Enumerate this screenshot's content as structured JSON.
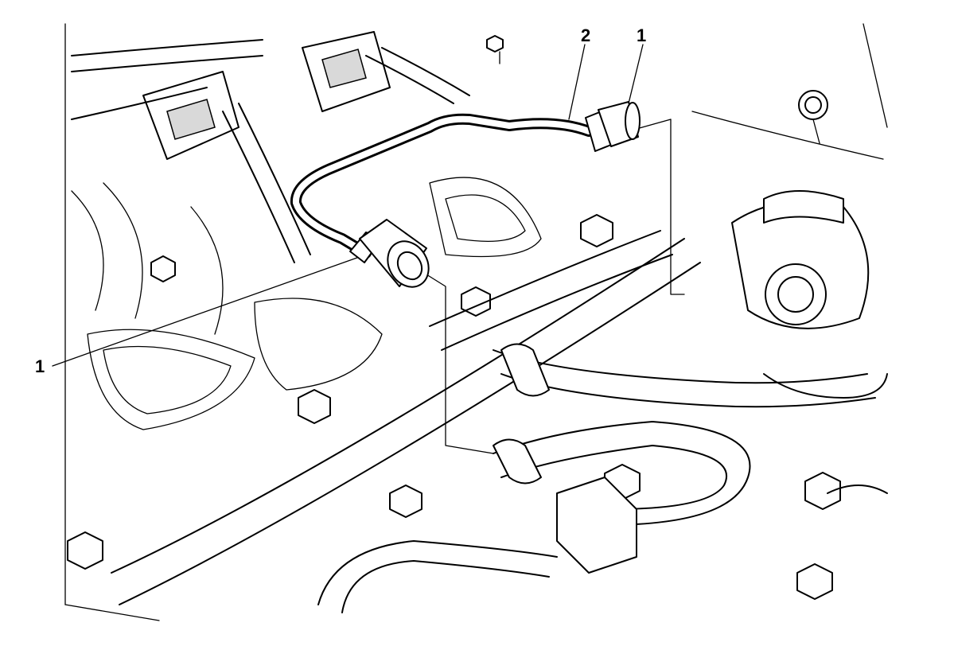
{
  "callouts": {
    "fitting_top": "1",
    "pipe": "2",
    "fitting_left": "1"
  },
  "colors": {
    "line": "#000000",
    "background": "#ffffff",
    "shade": "#d9d9d9"
  }
}
